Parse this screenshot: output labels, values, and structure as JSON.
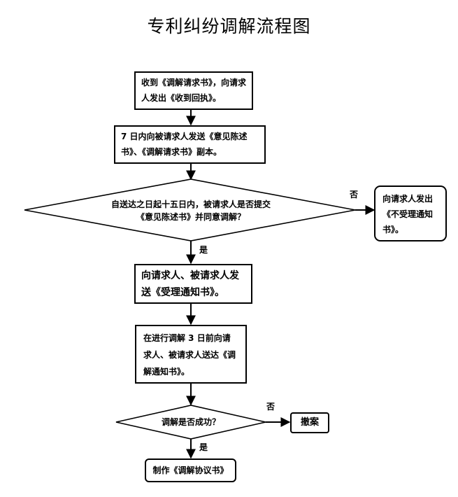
{
  "title": "专利纠纷调解流程图",
  "steps": {
    "s1": "收到《调解请求书》，向请求人发出《收到回执》。",
    "s2": "7 日内向被请求人发送《意见陈述书》、《调解请求书》副本。",
    "d1": "自送达之日起十五日内，被请求人是否提交《意见陈述书》并同意调解？",
    "reject": "向请求人发出《不受理通知书》。",
    "s3": "向请求人、被请求人发送《受理通知书》。",
    "s4": "在进行调解 3 日前向请求人、被请求人送达《调解通知书》。",
    "d2": "调解是否成功？",
    "withdraw": "撤案",
    "end": "制作《调解协议书》"
  },
  "labels": {
    "yes1": "是",
    "no1": "否",
    "yes2": "是",
    "no2": "否"
  }
}
